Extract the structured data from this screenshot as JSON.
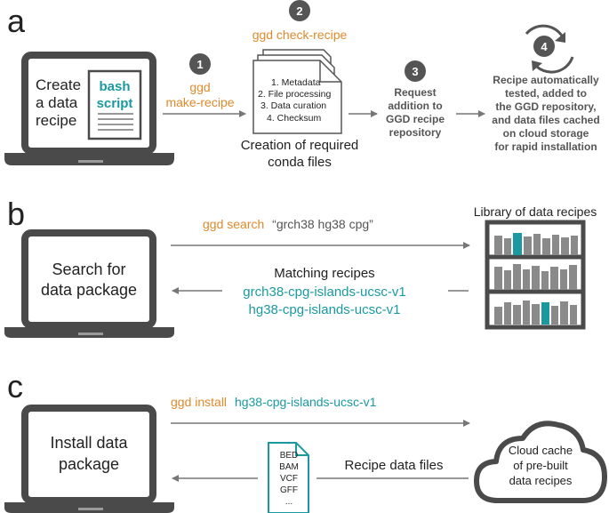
{
  "colors": {
    "orange": "#E08A2C",
    "teal": "#1A9AA0",
    "gray_dark": "#4A4A4A",
    "gray_mid": "#6E6E6E",
    "gray_light": "#9A9A9A",
    "text": "#222222",
    "circle": "#555555"
  },
  "panel_a": {
    "letter": "a",
    "laptop_text_line1": "Create",
    "laptop_text_line2": "a data",
    "laptop_text_line3": "recipe",
    "doc_line1": "bash",
    "doc_line2": "script",
    "step1_num": "1",
    "step1_cmd_line1": "ggd",
    "step1_cmd_line2": "make-recipe",
    "step2_num": "2",
    "step2_cmd": "ggd check-recipe",
    "checklist": [
      "1. Metadata",
      "2. File processing",
      "3. Data curation",
      "4. Checksum"
    ],
    "creation_line1": "Creation of required",
    "creation_line2": "conda files",
    "step3_num": "3",
    "step3_lines": [
      "Request",
      "addition to",
      "GGD recipe",
      "repository"
    ],
    "step4_num": "4",
    "step4_lines": [
      "Recipe automatically",
      "tested, added to",
      "the GGD repository,",
      "and data files cached",
      "on cloud storage",
      "for rapid installation"
    ]
  },
  "panel_b": {
    "letter": "b",
    "laptop_line1": "Search for",
    "laptop_line2": "data package",
    "cmd_prefix": "ggd search",
    "cmd_query": "“grch38 hg38 cpg”",
    "library_label": "Library of data recipes",
    "matching_label": "Matching recipes",
    "result1": "grch38-cpg-islands-ucsc-v1",
    "result2": "hg38-cpg-islands-ucsc-v1"
  },
  "panel_c": {
    "letter": "c",
    "laptop_line1": "Install data",
    "laptop_line2": "package",
    "cmd_prefix": "ggd install",
    "cmd_pkg": "hg38-cpg-islands-ucsc-v1",
    "file_types": [
      "BED",
      "BAM",
      "VCF",
      "GFF",
      "..."
    ],
    "files_label": "Recipe data files",
    "cloud_line1": "Cloud cache",
    "cloud_line2": "of pre-built",
    "cloud_line3": "data recipes"
  }
}
